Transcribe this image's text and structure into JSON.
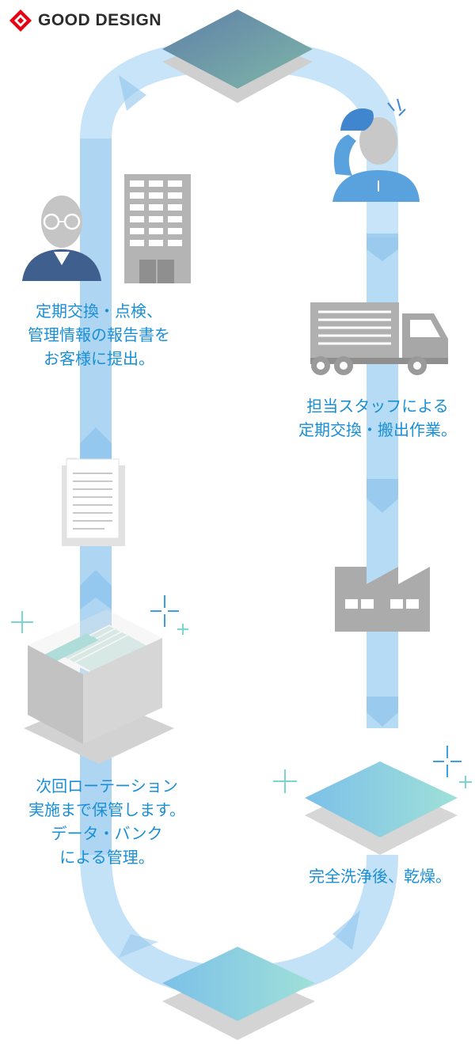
{
  "brand": {
    "name": "GOOD DESIGN"
  },
  "steps": {
    "report": {
      "lines": [
        "定期交換・点検、",
        "管理情報の報告書を",
        "お客様に提出。"
      ]
    },
    "pickup": {
      "lines": [
        "担当スタッフによる",
        "定期交換・搬出作業。"
      ]
    },
    "storage": {
      "lines": [
        "次回ローテーション",
        "実施まで保管します。",
        "データ・バンク",
        "による管理。"
      ]
    },
    "wash": {
      "lines": [
        "完全洗浄後、乾燥。"
      ]
    }
  },
  "colors": {
    "accent_text": "#1a8fd6",
    "flow_blue": "#a7d3f2",
    "brand_red": "#e60012",
    "icon_gray": "#b9b9b9",
    "worker_blue": "#4a97d9",
    "client_navy": "#3f5f8f"
  }
}
